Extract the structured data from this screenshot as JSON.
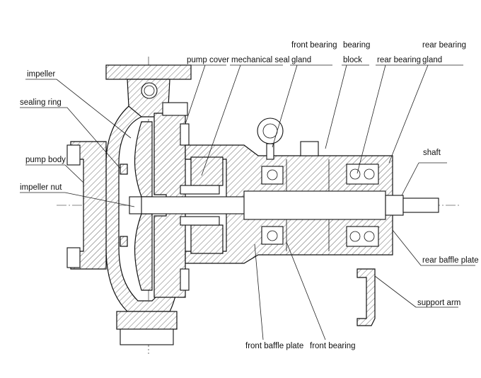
{
  "diagram": {
    "title": "",
    "labels": {
      "impeller": "impeller",
      "sealing_ring": "sealing ring",
      "pump_body": "pump body",
      "impeller_nut": "impeller nut",
      "pump_cover": "pump cover",
      "mechanical_seal": "mechanical seal",
      "front_bearing_gland_1": "front bearing",
      "front_bearing_gland_2": "gland",
      "bearing_block_1": "bearing",
      "bearing_block_2": "block",
      "rear_bearing": "rear bearing",
      "rear_bearing_gland_1": "rear bearing",
      "rear_bearing_gland_2": "gland",
      "shaft": "shaft",
      "rear_baffle_plate": "rear baffle plate",
      "support_arm": "support arm",
      "front_baffle_plate": "front baffle plate",
      "front_bearing": "front bearing"
    }
  }
}
